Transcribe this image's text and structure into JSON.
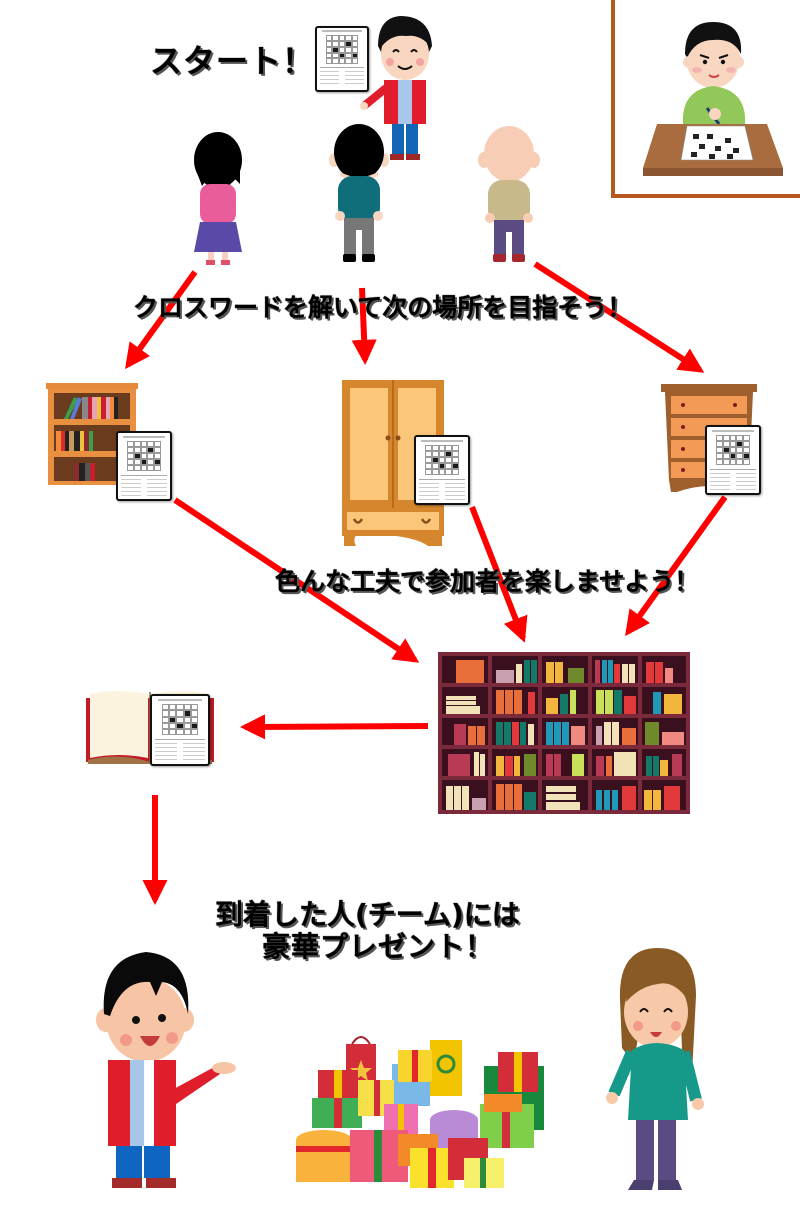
{
  "captions": {
    "start": "スタート！",
    "solve_crossword": "クロスワードを解いて次の場所を目指そう！",
    "entertain": "色んな工夫で参加者を楽しませよう！",
    "arrival_line1": "到着した人(チーム)には",
    "arrival_line2": "豪華プレゼント！"
  },
  "flow": {
    "nodes": [
      {
        "id": "host-start",
        "label": "Host holding crossword"
      },
      {
        "id": "participant-girl",
        "label": "Participant (girl, pink top)"
      },
      {
        "id": "participant-boy",
        "label": "Participant (boy, teal top)"
      },
      {
        "id": "participant-elder",
        "label": "Participant (bald, beige top)"
      },
      {
        "id": "bookshelf",
        "label": "Bookshelf + crossword"
      },
      {
        "id": "wardrobe",
        "label": "Wardrobe + crossword"
      },
      {
        "id": "dresser",
        "label": "Dresser + crossword"
      },
      {
        "id": "library-shelf",
        "label": "Large library bookshelf"
      },
      {
        "id": "open-book",
        "label": "Open book + crossword"
      },
      {
        "id": "prize",
        "label": "Presents"
      }
    ],
    "edges": [
      [
        "participant-girl",
        "bookshelf"
      ],
      [
        "participant-boy",
        "wardrobe"
      ],
      [
        "participant-elder",
        "dresser"
      ],
      [
        "bookshelf",
        "library-shelf"
      ],
      [
        "wardrobe",
        "library-shelf"
      ],
      [
        "dresser",
        "library-shelf"
      ],
      [
        "library-shelf",
        "open-book"
      ],
      [
        "open-book",
        "prize"
      ]
    ]
  },
  "colors": {
    "arrow": "#ff0000",
    "frame": "#b5591e",
    "text": "#000000"
  }
}
